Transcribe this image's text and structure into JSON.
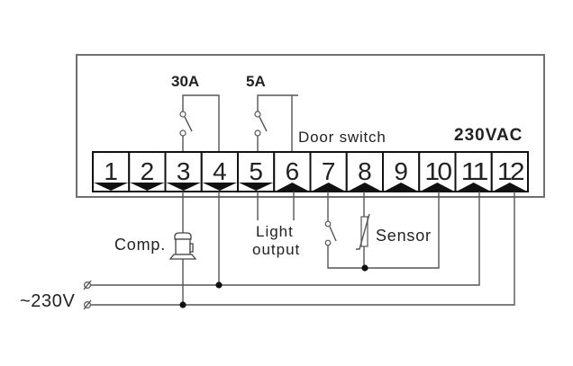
{
  "diagram": {
    "relays": [
      {
        "label": "30A",
        "terminals": [
          "3",
          "4"
        ]
      },
      {
        "label": "5A",
        "terminals": [
          "5",
          "6"
        ]
      }
    ],
    "door_switch_label": "Door switch",
    "supply_label": "230VAC",
    "terminals": [
      {
        "number": "1",
        "marker": "down"
      },
      {
        "number": "2",
        "marker": "down"
      },
      {
        "number": "3",
        "marker": "down"
      },
      {
        "number": "4",
        "marker": "down"
      },
      {
        "number": "5",
        "marker": "down"
      },
      {
        "number": "6",
        "marker": "up"
      },
      {
        "number": "7",
        "marker": "up"
      },
      {
        "number": "8",
        "marker": "up"
      },
      {
        "number": "9",
        "marker": "up"
      },
      {
        "number": "10",
        "marker": "up"
      },
      {
        "number": "11",
        "marker": "up"
      },
      {
        "number": "12",
        "marker": "up"
      }
    ],
    "compressor_label": "Comp.",
    "light_output_label": {
      "line1": "Light",
      "line2": "output"
    },
    "sensor_label": "Sensor",
    "mains_label": "~230V",
    "icons": {
      "compressor": "compressor-icon",
      "thermistor": "ntc-thermistor-icon",
      "switch": "switch-contact-icon",
      "mains_terminal": "screw-terminal-icon"
    }
  }
}
